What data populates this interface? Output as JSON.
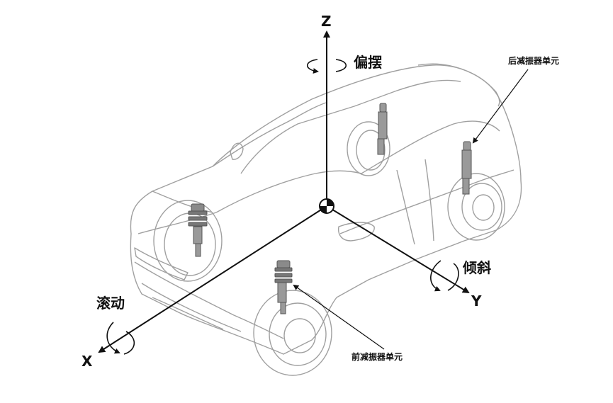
{
  "axes": {
    "z_label": "Z",
    "x_label": "X",
    "y_label": "Y"
  },
  "rotations": {
    "yaw_label": "偏摆",
    "roll_label": "滚动",
    "pitch_label": "倾斜"
  },
  "callouts": {
    "rear_damper": "后减振器单元",
    "front_damper": "前减振器单元"
  },
  "colors": {
    "line": "#111111",
    "car_outline": "#9a9a9a",
    "damper": "#7f7f7f"
  }
}
